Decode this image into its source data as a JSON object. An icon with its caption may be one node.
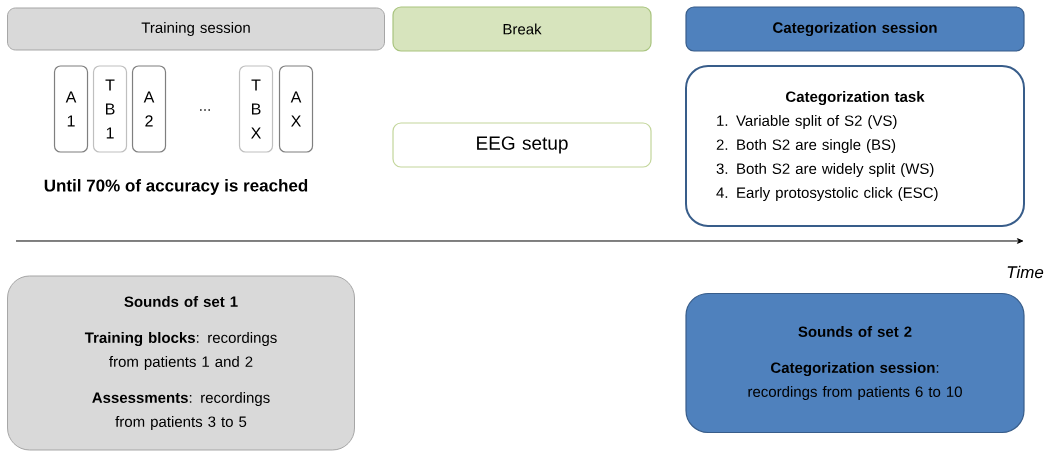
{
  "diagram": {
    "nodes": [
      {
        "text": [
          "Training session"
        ]
      },
      {
        "text": [
          "A 1"
        ]
      },
      {
        "text": [
          "T B 1"
        ]
      },
      {
        "text": [
          "A 2"
        ]
      },
      {
        "text": [
          "T B X"
        ]
      },
      {
        "text": [
          "A X"
        ]
      },
      {
        "text": [
          "Break"
        ]
      },
      {
        "text": [
          "EEG setup"
        ]
      },
      {
        "text": [
          "Categorization session"
        ]
      },
      {
        "text": [
          "Categorization task",
          "1. Variable split of S2 (VS)",
          "2. Both S2 are single (BS)",
          "3. Both S2 are widely split (WS)",
          "4. Early protosystolic click (ESC)"
        ]
      },
      {
        "text": [
          "Sounds of set 1",
          "**Training blocks**: recordings from patients 1 and 2",
          "**Assessments**: recordings from patients 3 to 5"
        ]
      },
      {
        "text": [
          "Sounds of set 2",
          "**Categorization session**: recordings from patients 6 to 10"
        ]
      }
    ],
    "labels": [
      "...",
      "Until 70% of accuracy is reached",
      "Time"
    ]
  }
}
